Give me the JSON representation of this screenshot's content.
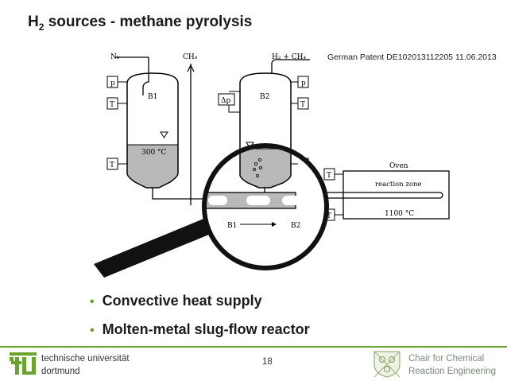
{
  "title": {
    "main": "H",
    "sub": "2",
    "rest": " sources - methane pyrolysis"
  },
  "patent": "German Patent DE102013112205 11.06.2013",
  "diagram": {
    "inlet_n2": "N₂",
    "inlet_ch4": "CH₄",
    "outlet": "H₂ + CH₄",
    "vessel1": "B1",
    "vessel2": "B2",
    "p_label": "p",
    "dp_label": "Δp",
    "t_label": "T",
    "temp_melt": "300 °C",
    "oven": "Oven",
    "reaction_zone": "reaction zone",
    "oven_temp": "1100 °C",
    "flow_from": "B1",
    "flow_to": "B2"
  },
  "bullets": [
    "Convective heat supply",
    "Molten-metal slug-flow reactor"
  ],
  "footer": {
    "university_line1": "technische universität",
    "university_line2": "dortmund",
    "page_number": "18",
    "chair_line1": "Chair for Chemical",
    "chair_line2": "Reaction Engineering"
  },
  "colors": {
    "accent": "#6aa32e",
    "melt": "#b9b9b9",
    "handle": "#111111"
  }
}
